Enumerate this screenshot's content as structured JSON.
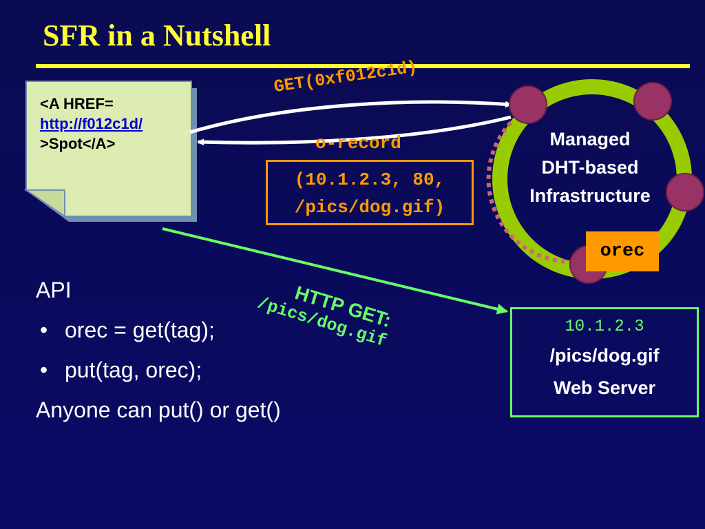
{
  "title": "SFR in a Nutshell",
  "note": {
    "line1": "<A HREF=",
    "link": "http://f012c1d/",
    "line3": ">Spot</A>"
  },
  "get_request": {
    "prefix": "GET",
    "arg": "(0xf012c1d)"
  },
  "o_record": {
    "label": "o-record",
    "line1": "(10.1.2.3, 80,",
    "line2": "/pics/dog.gif)"
  },
  "dht": {
    "line1": "Managed",
    "line2": "DHT-based",
    "line3": "Infrastructure",
    "orec_label": "orec"
  },
  "http_get": {
    "line1": "HTTP GET:",
    "line2": "/pics/dog.gif"
  },
  "web_server": {
    "ip": "10.1.2.3",
    "path": "/pics/dog.gif",
    "name": "Web Server"
  },
  "api": {
    "heading": "API",
    "bullets": [
      "orec = get(tag);",
      "put(tag, orec);"
    ],
    "footer": "Anyone can put() or get()",
    "bullet_char": "•"
  },
  "colors": {
    "title": "#ffff33",
    "accent_orange": "#ff9900",
    "accent_green": "#66ff66",
    "ring_green": "#99cc00",
    "node_fill": "#993366",
    "background": "#0b0b5a"
  }
}
